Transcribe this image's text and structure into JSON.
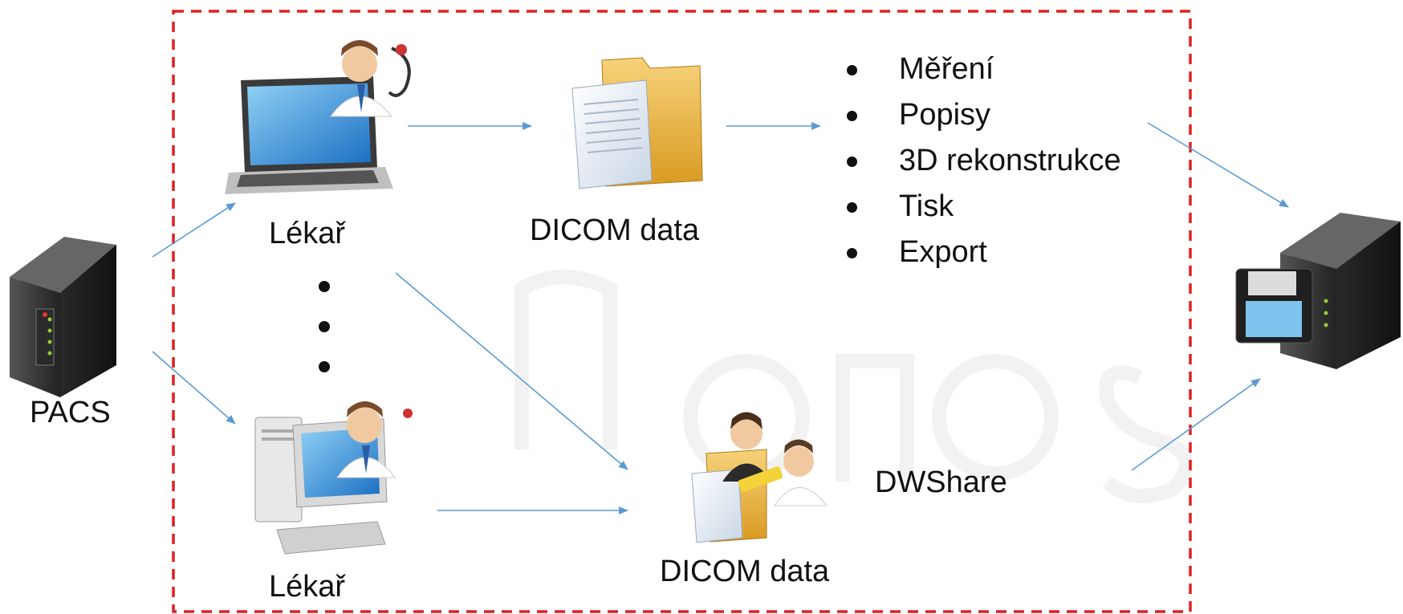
{
  "labels": {
    "pacs": "PACS",
    "doctor_top": "Lékař",
    "doctor_bottom": "Lékař",
    "dicom_top": "DICOM data",
    "dicom_bottom": "DICOM data",
    "dwshare": "DWShare"
  },
  "features": [
    "Měření",
    "Popisy",
    "3D rekonstrukce",
    "Tisk",
    "Export"
  ],
  "icons": {
    "pacs": "server-icon",
    "doctor_top": "doctor-laptop-icon",
    "doctor_bottom": "doctor-desktop-icon",
    "dicom_top": "dicom-folder-icon",
    "dicom_bottom": "shared-dicom-folder-icon",
    "storage": "storage-server-icon"
  },
  "colors": {
    "arrow": "#5b9bd5",
    "boundary": "#e02020",
    "watermark": "#f2f2f2"
  }
}
